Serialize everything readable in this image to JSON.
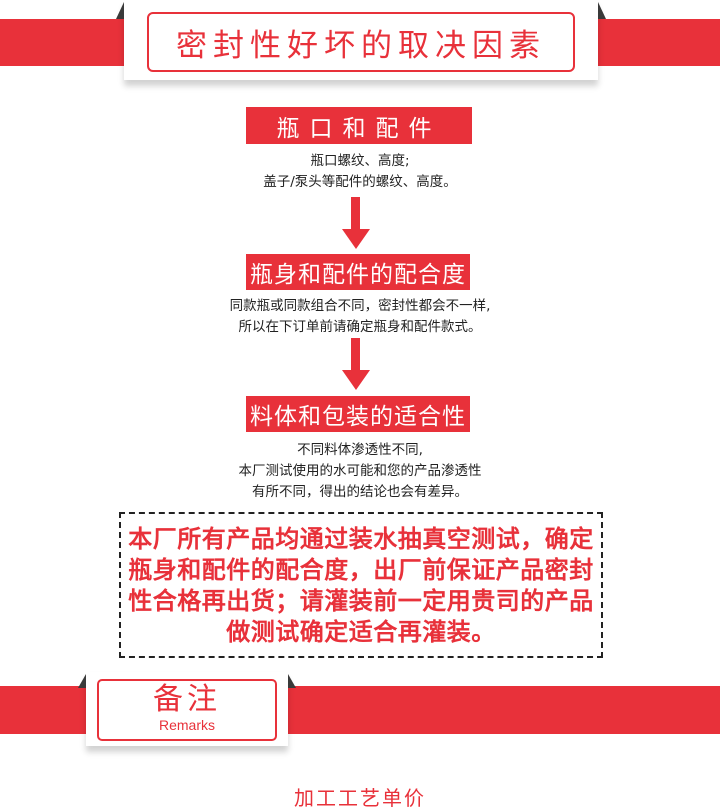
{
  "header": {
    "title": "密封性好坏的取决因素"
  },
  "steps": [
    {
      "title": "瓶口和配件",
      "lines": [
        "瓶口螺纹、高度;",
        "盖子/泵头等配件的螺纹、高度。"
      ]
    },
    {
      "title": "瓶身和配件的配合度",
      "lines": [
        "同款瓶或同款组合不同，密封性都会不一样,",
        "所以在下订单前请确定瓶身和配件款式。"
      ]
    },
    {
      "title": "料体和包装的适合性",
      "lines": [
        "不同料体渗透性不同,",
        "本厂测试使用的水可能和您的产品渗透性",
        "有所不同，得出的结论也会有差异。"
      ]
    }
  ],
  "notice": {
    "lines": [
      "本厂所有产品均通过装水抽真空测试，确定",
      "瓶身和配件的配合度，出厂前保证产品密封",
      "性合格再出货；请灌装前一定用贵司的产品",
      "做测试确定适合再灌装。"
    ]
  },
  "remarks": {
    "title": "备注",
    "subtitle": "Remarks"
  },
  "next_section": {
    "title": "加工工艺单价"
  },
  "colors": {
    "accent": "#e8313a",
    "text": "#222222",
    "background": "#ffffff"
  }
}
